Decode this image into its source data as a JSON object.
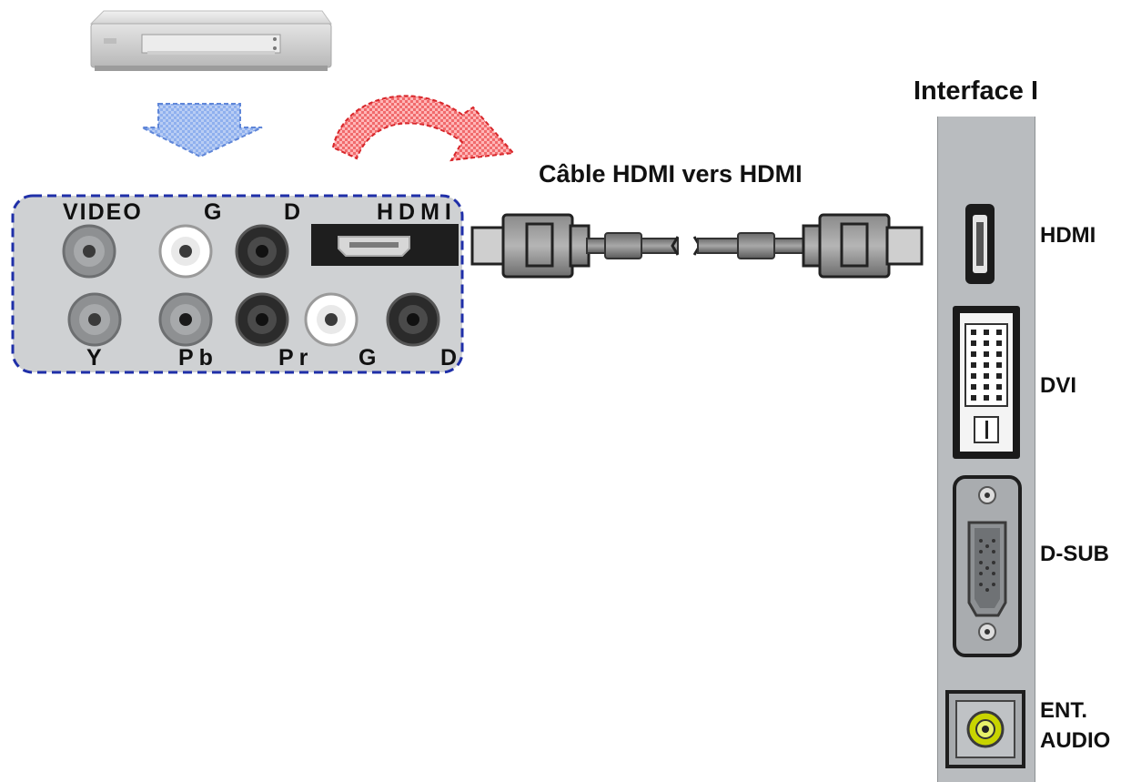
{
  "source_device": {
    "panel_labels": {
      "video": "VIDEO",
      "g_top": "G",
      "d_top": "D",
      "hdmi": "HDMI",
      "y": "Y",
      "pb": "Pb",
      "pr": "Pr",
      "g_bottom": "G",
      "d_bottom": "D"
    }
  },
  "cable": {
    "label": "Câble HDMI vers HDMI"
  },
  "tv": {
    "interface_title": "Interface I",
    "ports": {
      "hdmi": "HDMI",
      "dvi": "DVI",
      "dsub": "D-SUB",
      "audio_line1": "ENT.",
      "audio_line2": "AUDIO"
    }
  },
  "colors": {
    "panel_border": "#1f2fa8",
    "panel_bg": "#cfd1d3",
    "arrow_down": "#8fb0ee",
    "arrow_curve": "#e8393c",
    "audio_jack": "#c8d400"
  }
}
